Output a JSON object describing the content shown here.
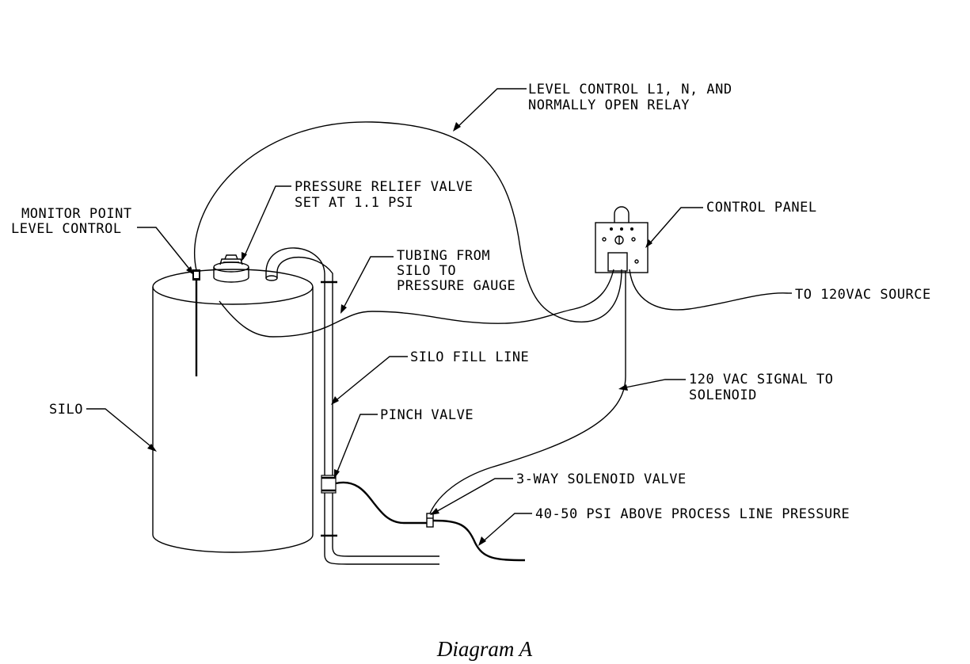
{
  "labels": {
    "level_control_wiring_1": "LEVEL CONTROL L1, N, AND",
    "level_control_wiring_2": "NORMALLY OPEN RELAY",
    "pressure_relief_1": "PRESSURE RELIEF VALVE",
    "pressure_relief_2": "SET AT 1.1 PSI",
    "monitor_point_1": "MONITOR POINT",
    "monitor_point_2": "LEVEL CONTROL",
    "control_panel": "CONTROL PANEL",
    "tubing_1": "TUBING FROM",
    "tubing_2": "SILO TO",
    "tubing_3": "PRESSURE GAUGE",
    "to_source": "TO 120VAC SOURCE",
    "silo_fill_line": "SILO FILL LINE",
    "signal_1": "120 VAC SIGNAL TO",
    "signal_2": "SOLENOID",
    "silo": "SILO",
    "pinch_valve": "PINCH VALVE",
    "solenoid_valve": "3-WAY SOLENOID VALVE",
    "supply_pressure": "40-50 PSI ABOVE PROCESS LINE PRESSURE"
  },
  "caption": "Diagram A"
}
